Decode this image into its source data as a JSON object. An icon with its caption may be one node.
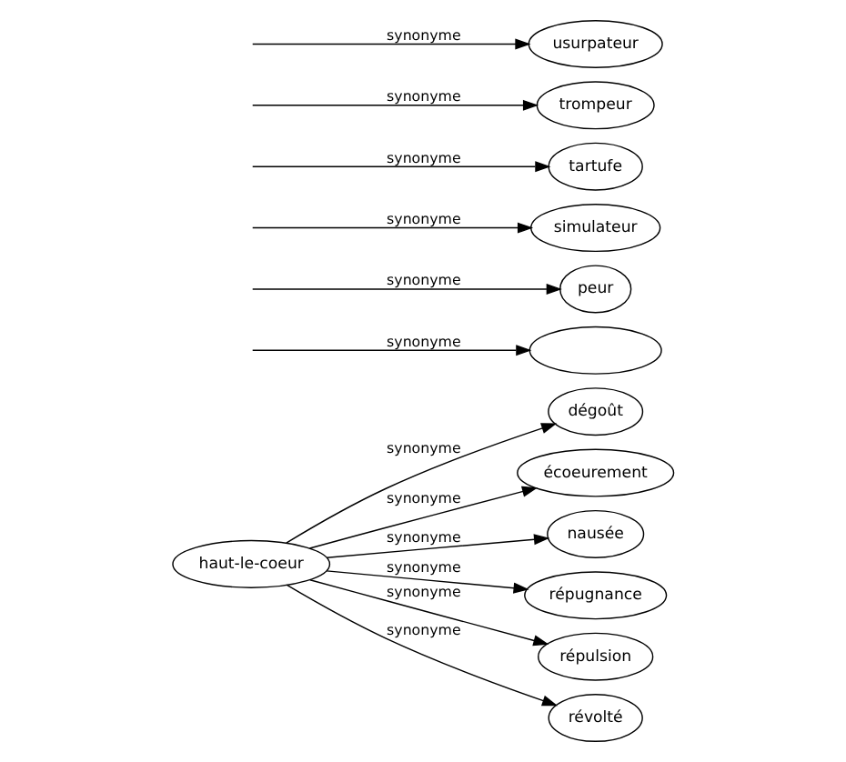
{
  "diagram": {
    "nodes": [
      {
        "text": [
          "haut-le-coeur"
        ]
      },
      {
        "text": [],
        "shape": "ellipse"
      },
      {
        "text": [
          "dégoût"
        ]
      },
      {
        "text": [
          "peur"
        ]
      },
      {
        "text": [
          "écoeurement"
        ]
      },
      {
        "text": [
          "simulateur"
        ]
      },
      {
        "text": [
          "nausée"
        ]
      },
      {
        "text": [
          "tartufe"
        ]
      },
      {
        "text": [
          "répugnance"
        ]
      },
      {
        "text": [
          "trompeur"
        ]
      },
      {
        "text": [
          "répulsion"
        ]
      },
      {
        "text": [
          "usurpateur"
        ]
      },
      {
        "text": [
          "révolté"
        ]
      }
    ],
    "edges": [
      {
        "from": null,
        "to": 1,
        "arrow": "to",
        "label": "synonyme"
      },
      {
        "from": 0,
        "to": 2,
        "arrow": "to",
        "label": "synonyme"
      },
      {
        "from": null,
        "to": 3,
        "arrow": "to",
        "label": "synonyme"
      },
      {
        "from": 0,
        "to": 4,
        "arrow": "to",
        "label": "synonyme"
      },
      {
        "from": null,
        "to": 5,
        "arrow": "to",
        "label": "synonyme"
      },
      {
        "from": 0,
        "to": 6,
        "arrow": "to",
        "label": "synonyme"
      },
      {
        "from": null,
        "to": 7,
        "arrow": "to",
        "label": "synonyme"
      },
      {
        "from": 0,
        "to": 8,
        "arrow": "to",
        "label": "synonyme"
      },
      {
        "from": null,
        "to": 9,
        "arrow": "to",
        "label": "synonyme"
      },
      {
        "from": 0,
        "to": 10,
        "arrow": "to",
        "label": "synonyme"
      },
      {
        "from": null,
        "to": 11,
        "arrow": "to",
        "label": "synonyme"
      },
      {
        "from": 0,
        "to": 12,
        "arrow": "to",
        "label": "synonyme"
      }
    ]
  }
}
